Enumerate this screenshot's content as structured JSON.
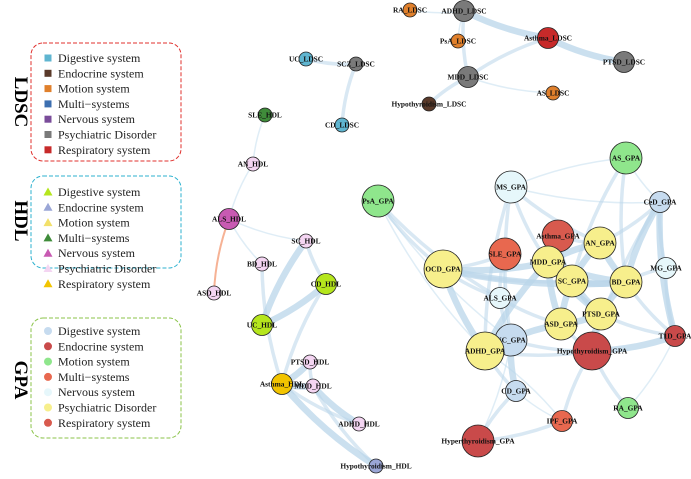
{
  "legend": {
    "LDSC": {
      "title": "LDSC",
      "border_color": "#e0312e",
      "items": [
        {
          "label": "Digestive system",
          "color": "#5fb5d0"
        },
        {
          "label": "Endocrine system",
          "color": "#5a3a2a"
        },
        {
          "label": "Motion system",
          "color": "#e0802c"
        },
        {
          "label": "Multi−systems",
          "color": "#3d6fb0"
        },
        {
          "label": "Nervous system",
          "color": "#7a4c9a"
        },
        {
          "label": "Psychiatric Disorder",
          "color": "#7a7a7a"
        },
        {
          "label": "Respiratory system",
          "color": "#c72a2a"
        }
      ]
    },
    "HDL": {
      "title": "HDL",
      "border_color": "#2cb1cf",
      "items": [
        {
          "label": "Digestive system",
          "color": "#b5e61d"
        },
        {
          "label": "Endocrine system",
          "color": "#9aa6d6"
        },
        {
          "label": "Motion system",
          "color": "#f2e06a"
        },
        {
          "label": "Multi−systems",
          "color": "#3f8c3a"
        },
        {
          "label": "Nervous system",
          "color": "#c85ab2"
        },
        {
          "label": "Psychiatric Disorder",
          "color": "#f4d5f2"
        },
        {
          "label": "Respiratory system",
          "color": "#f2c400"
        }
      ]
    },
    "GPA": {
      "title": "GPA",
      "border_color": "#8bc34a",
      "items": [
        {
          "label": "Digestive system",
          "color": "#c6dbef"
        },
        {
          "label": "Endocrine system",
          "color": "#c94a4a"
        },
        {
          "label": "Motion system",
          "color": "#8fe68c"
        },
        {
          "label": "Multi−systems",
          "color": "#e8684f"
        },
        {
          "label": "Nervous system",
          "color": "#e6f7fb"
        },
        {
          "label": "Psychiatric Disorder",
          "color": "#f7ef8c"
        },
        {
          "label": "Respiratory system",
          "color": "#d85a4e"
        }
      ]
    }
  },
  "network": {
    "nodes": [
      {
        "id": "RA_LDSC",
        "label": "RA_LDSC",
        "group": "LDSC",
        "color": "#e0802c",
        "size": "small"
      },
      {
        "id": "ADHD_LDSC",
        "label": "ADHD_LDSC",
        "group": "LDSC",
        "color": "#7a7a7a",
        "size": "medium"
      },
      {
        "id": "PsA_LDSC",
        "label": "PsA_LDSC",
        "group": "LDSC",
        "color": "#e0802c",
        "size": "small"
      },
      {
        "id": "Asthma_LDSC",
        "label": "Asthma_LDSC",
        "group": "LDSC",
        "color": "#c72a2a",
        "size": "medium"
      },
      {
        "id": "PTSD_LDSC",
        "label": "PTSD_LDSC",
        "group": "LDSC",
        "color": "#7a7a7a",
        "size": "medium"
      },
      {
        "id": "UC_LDSC",
        "label": "UC_LDSC",
        "group": "LDSC",
        "color": "#5fb5d0",
        "size": "small"
      },
      {
        "id": "SCZ_LDSC",
        "label": "SCZ_LDSC",
        "group": "LDSC",
        "color": "#7a7a7a",
        "size": "small"
      },
      {
        "id": "MDD_LDSC",
        "label": "MDD_LDSC",
        "group": "LDSC",
        "color": "#7a7a7a",
        "size": "medium"
      },
      {
        "id": "AS_LDSC",
        "label": "AS_LDSC",
        "group": "LDSC",
        "color": "#e0802c",
        "size": "small"
      },
      {
        "id": "Hypothyroidism_LDSC",
        "label": "Hypothyroidism_LDSC",
        "group": "LDSC",
        "color": "#5a3a2a",
        "size": "small"
      },
      {
        "id": "CD_LDSC",
        "label": "CD_LDSC",
        "group": "LDSC",
        "color": "#5fb5d0",
        "size": "small"
      },
      {
        "id": "SLE_HDL",
        "label": "SLE_HDL",
        "group": "HDL",
        "color": "#3f8c3a",
        "size": "small"
      },
      {
        "id": "AN_HDL",
        "label": "AN_HDL",
        "group": "HDL",
        "color": "#f4d5f2",
        "size": "small"
      },
      {
        "id": "ALS_HDL",
        "label": "ALS_HDL",
        "group": "HDL",
        "color": "#c85ab2",
        "size": "medium"
      },
      {
        "id": "SC_HDL",
        "label": "SC_HDL",
        "group": "HDL",
        "color": "#f4d5f2",
        "size": "small"
      },
      {
        "id": "BD_HDL",
        "label": "BD_HDL",
        "group": "HDL",
        "color": "#f4d5f2",
        "size": "small"
      },
      {
        "id": "ASD_HDL",
        "label": "ASD_HDL",
        "group": "HDL",
        "color": "#f4d5f2",
        "size": "small"
      },
      {
        "id": "CD_HDL",
        "label": "CD_HDL",
        "group": "HDL",
        "color": "#b5e61d",
        "size": "medium"
      },
      {
        "id": "UC_HDL",
        "label": "UC_HDL",
        "group": "HDL",
        "color": "#b5e61d",
        "size": "medium"
      },
      {
        "id": "PTSD_HDL",
        "label": "PTSD_HDL",
        "group": "HDL",
        "color": "#f4d5f2",
        "size": "small"
      },
      {
        "id": "Asthma_HDL",
        "label": "Asthma_HDL",
        "group": "HDL",
        "color": "#f2c400",
        "size": "medium"
      },
      {
        "id": "MDD_HDL",
        "label": "MDD_HDL",
        "group": "HDL",
        "color": "#f4d5f2",
        "size": "small"
      },
      {
        "id": "ADHD_HDL",
        "label": "ADHD_HDL",
        "group": "HDL",
        "color": "#f4d5f2",
        "size": "small"
      },
      {
        "id": "Hypothyroidism_HDL",
        "label": "Hypothyroidism_HDL",
        "group": "HDL",
        "color": "#9aa6d6",
        "size": "small"
      },
      {
        "id": "AS_GPA",
        "label": "AS_GPA",
        "group": "GPA",
        "color": "#8fe68c",
        "size": "large"
      },
      {
        "id": "MS_GPA",
        "label": "MS_GPA",
        "group": "GPA",
        "color": "#e6f7fb",
        "size": "large"
      },
      {
        "id": "PsA_GPA",
        "label": "PsA_GPA",
        "group": "GPA",
        "color": "#8fe68c",
        "size": "large"
      },
      {
        "id": "CeD_GPA",
        "label": "CeD_GPA",
        "group": "GPA",
        "color": "#c6dbef",
        "size": "medium"
      },
      {
        "id": "Asthma_GPA",
        "label": "Asthma_GPA",
        "group": "GPA",
        "color": "#d85a4e",
        "size": "large"
      },
      {
        "id": "SLE_GPA",
        "label": "SLE_GPA",
        "group": "GPA",
        "color": "#e8684f",
        "size": "large"
      },
      {
        "id": "AN_GPA",
        "label": "AN_GPA",
        "group": "GPA",
        "color": "#f7ef8c",
        "size": "large"
      },
      {
        "id": "MDD_GPA",
        "label": "MDD_GPA",
        "group": "GPA",
        "color": "#f7ef8c",
        "size": "large"
      },
      {
        "id": "OCD_GPA",
        "label": "OCD_GPA",
        "group": "GPA",
        "color": "#f7ef8c",
        "size": "xlarge"
      },
      {
        "id": "MG_GPA",
        "label": "MG_GPA",
        "group": "GPA",
        "color": "#e6f7fb",
        "size": "medium"
      },
      {
        "id": "SC_GPA",
        "label": "SC_GPA",
        "group": "GPA",
        "color": "#f7ef8c",
        "size": "large"
      },
      {
        "id": "BD_GPA",
        "label": "BD_GPA",
        "group": "GPA",
        "color": "#f7ef8c",
        "size": "large"
      },
      {
        "id": "ALS_GPA",
        "label": "ALS_GPA",
        "group": "GPA",
        "color": "#e6f7fb",
        "size": "medium"
      },
      {
        "id": "PTSD_GPA",
        "label": "PTSD_GPA",
        "group": "GPA",
        "color": "#f7ef8c",
        "size": "large"
      },
      {
        "id": "ASD_GPA",
        "label": "ASD_GPA",
        "group": "GPA",
        "color": "#f7ef8c",
        "size": "large"
      },
      {
        "id": "UC_GPA",
        "label": "UC_GPA",
        "group": "GPA",
        "color": "#c6dbef",
        "size": "large"
      },
      {
        "id": "T1D_GPA",
        "label": "T1D_GPA",
        "group": "GPA",
        "color": "#c94a4a",
        "size": "medium"
      },
      {
        "id": "ADHD_GPA",
        "label": "ADHD_GPA",
        "group": "GPA",
        "color": "#f7ef8c",
        "size": "xlarge"
      },
      {
        "id": "Hypothyroidism_GPA",
        "label": "Hypothyroidism_GPA",
        "group": "GPA",
        "color": "#c94a4a",
        "size": "xlarge"
      },
      {
        "id": "CD_GPA",
        "label": "CD_GPA",
        "group": "GPA",
        "color": "#c6dbef",
        "size": "medium"
      },
      {
        "id": "RA_GPA",
        "label": "RA_GPA",
        "group": "GPA",
        "color": "#8fe68c",
        "size": "medium"
      },
      {
        "id": "IPF_GPA",
        "label": "IPF_GPA",
        "group": "GPA",
        "color": "#e8684f",
        "size": "medium"
      },
      {
        "id": "Hyperthyroidism_GPA",
        "label": "Hyperthyroidism_GPA",
        "group": "GPA",
        "color": "#c94a4a",
        "size": "large"
      }
    ],
    "edges": [
      {
        "source": "ADHD_LDSC",
        "target": "Asthma_LDSC",
        "weight": "strong"
      },
      {
        "source": "Asthma_LDSC",
        "target": "PTSD_LDSC",
        "weight": "strong"
      },
      {
        "source": "ADHD_LDSC",
        "target": "PsA_LDSC",
        "weight": "weak"
      },
      {
        "source": "ADHD_LDSC",
        "target": "MDD_LDSC",
        "weight": "medium"
      },
      {
        "source": "Asthma_LDSC",
        "target": "MDD_LDSC",
        "weight": "medium"
      },
      {
        "source": "MDD_LDSC",
        "target": "AS_LDSC",
        "weight": "weak"
      },
      {
        "source": "MDD_LDSC",
        "target": "Hypothyroidism_LDSC",
        "weight": "medium"
      },
      {
        "source": "RA_LDSC",
        "target": "ADHD_LDSC",
        "weight": "weak"
      },
      {
        "source": "UC_LDSC",
        "target": "SCZ_LDSC",
        "weight": "medium"
      },
      {
        "source": "SCZ_LDSC",
        "target": "CD_LDSC",
        "weight": "medium"
      },
      {
        "source": "SLE_HDL",
        "target": "AN_HDL",
        "weight": "weak"
      },
      {
        "source": "AN_HDL",
        "target": "ALS_HDL",
        "weight": "weak"
      },
      {
        "source": "ALS_HDL",
        "target": "SC_HDL",
        "weight": "weak"
      },
      {
        "source": "ALS_HDL",
        "target": "BD_HDL",
        "weight": "weak"
      },
      {
        "source": "ALS_HDL",
        "target": "ASD_HDL",
        "weight": "negative"
      },
      {
        "source": "SC_HDL",
        "target": "UC_HDL",
        "weight": "strong"
      },
      {
        "source": "SC_HDL",
        "target": "CD_HDL",
        "weight": "medium"
      },
      {
        "source": "BD_HDL",
        "target": "Asthma_HDL",
        "weight": "medium"
      },
      {
        "source": "UC_HDL",
        "target": "CD_HDL",
        "weight": "strong"
      },
      {
        "source": "Asthma_HDL",
        "target": "PTSD_HDL",
        "weight": "strong"
      },
      {
        "source": "Asthma_HDL",
        "target": "MDD_HDL",
        "weight": "strong"
      },
      {
        "source": "Asthma_HDL",
        "target": "ADHD_HDL",
        "weight": "medium"
      },
      {
        "source": "Asthma_HDL",
        "target": "Hypothyroidism_HDL",
        "weight": "strong"
      },
      {
        "source": "MDD_HDL",
        "target": "ADHD_HDL",
        "weight": "strong"
      },
      {
        "source": "MDD_HDL",
        "target": "Hypothyroidism_HDL",
        "weight": "medium"
      },
      {
        "source": "PTSD_HDL",
        "target": "MDD_HDL",
        "weight": "medium"
      },
      {
        "source": "CD_HDL",
        "target": "Asthma_HDL",
        "weight": "medium"
      },
      {
        "source": "PsA_GPA",
        "target": "ALS_GPA",
        "weight": "medium"
      },
      {
        "source": "PsA_GPA",
        "target": "OCD_GPA",
        "weight": "medium"
      },
      {
        "source": "OCD_GPA",
        "target": "SLE_GPA",
        "weight": "medium"
      },
      {
        "source": "OCD_GPA",
        "target": "MDD_GPA",
        "weight": "strong"
      },
      {
        "source": "OCD_GPA",
        "target": "ADHD_GPA",
        "weight": "strong"
      },
      {
        "source": "OCD_GPA",
        "target": "SC_GPA",
        "weight": "medium"
      },
      {
        "source": "OCD_GPA",
        "target": "BD_GPA",
        "weight": "strong"
      },
      {
        "source": "OCD_GPA",
        "target": "ALS_GPA",
        "weight": "medium"
      },
      {
        "source": "MS_GPA",
        "target": "MDD_GPA",
        "weight": "medium"
      },
      {
        "source": "MS_GPA",
        "target": "AN_GPA",
        "weight": "medium"
      },
      {
        "source": "MS_GPA",
        "target": "CeD_GPA",
        "weight": "weak"
      },
      {
        "source": "MS_GPA",
        "target": "UC_GPA",
        "weight": "medium"
      },
      {
        "source": "MS_GPA",
        "target": "ADHD_GPA",
        "weight": "medium"
      },
      {
        "source": "Asthma_GPA",
        "target": "MDD_GPA",
        "weight": "medium"
      },
      {
        "source": "Asthma_GPA",
        "target": "AN_GPA",
        "weight": "medium"
      },
      {
        "source": "Asthma_GPA",
        "target": "SC_GPA",
        "weight": "medium"
      },
      {
        "source": "AN_GPA",
        "target": "SC_GPA",
        "weight": "strong"
      },
      {
        "source": "AN_GPA",
        "target": "BD_GPA",
        "weight": "strong"
      },
      {
        "source": "AN_GPA",
        "target": "MDD_GPA",
        "weight": "strong"
      },
      {
        "source": "AN_GPA",
        "target": "CeD_GPA",
        "weight": "medium"
      },
      {
        "source": "AS_GPA",
        "target": "CeD_GPA",
        "weight": "weak"
      },
      {
        "source": "AS_GPA",
        "target": "BD_GPA",
        "weight": "medium"
      },
      {
        "source": "AS_GPA",
        "target": "SC_GPA",
        "weight": "medium"
      },
      {
        "source": "CeD_GPA",
        "target": "BD_GPA",
        "weight": "strong"
      },
      {
        "source": "CeD_GPA",
        "target": "MG_GPA",
        "weight": "medium"
      },
      {
        "source": "CeD_GPA",
        "target": "T1D_GPA",
        "weight": "strong"
      },
      {
        "source": "CeD_GPA",
        "target": "Hypothyroidism_GPA",
        "weight": "medium"
      },
      {
        "source": "MG_GPA",
        "target": "BD_GPA",
        "weight": "medium"
      },
      {
        "source": "MG_GPA",
        "target": "T1D_GPA",
        "weight": "medium"
      },
      {
        "source": "MDD_GPA",
        "target": "SC_GPA",
        "weight": "strong"
      },
      {
        "source": "MDD_GPA",
        "target": "BD_GPA",
        "weight": "strong"
      },
      {
        "source": "MDD_GPA",
        "target": "ASD_GPA",
        "weight": "strong"
      },
      {
        "source": "MDD_GPA",
        "target": "ADHD_GPA",
        "weight": "strong"
      },
      {
        "source": "MDD_GPA",
        "target": "PTSD_GPA",
        "weight": "strong"
      },
      {
        "source": "SC_GPA",
        "target": "BD_GPA",
        "weight": "strong"
      },
      {
        "source": "SC_GPA",
        "target": "PTSD_GPA",
        "weight": "strong"
      },
      {
        "source": "SC_GPA",
        "target": "ASD_GPA",
        "weight": "strong"
      },
      {
        "source": "BD_GPA",
        "target": "PTSD_GPA",
        "weight": "strong"
      },
      {
        "source": "BD_GPA",
        "target": "T1D_GPA",
        "weight": "medium"
      },
      {
        "source": "ALS_GPA",
        "target": "UC_GPA",
        "weight": "medium"
      },
      {
        "source": "ALS_GPA",
        "target": "ASD_GPA",
        "weight": "medium"
      },
      {
        "source": "ASD_GPA",
        "target": "ADHD_GPA",
        "weight": "strong"
      },
      {
        "source": "ASD_GPA",
        "target": "PTSD_GPA",
        "weight": "strong"
      },
      {
        "source": "ASD_GPA",
        "target": "Hypothyroidism_GPA",
        "weight": "medium"
      },
      {
        "source": "PTSD_GPA",
        "target": "Hypothyroidism_GPA",
        "weight": "strong"
      },
      {
        "source": "PTSD_GPA",
        "target": "T1D_GPA",
        "weight": "medium"
      },
      {
        "source": "UC_GPA",
        "target": "ADHD_GPA",
        "weight": "strong"
      },
      {
        "source": "UC_GPA",
        "target": "CD_GPA",
        "weight": "strong"
      },
      {
        "source": "UC_GPA",
        "target": "Hypothyroidism_GPA",
        "weight": "medium"
      },
      {
        "source": "ADHD_GPA",
        "target": "CD_GPA",
        "weight": "medium"
      },
      {
        "source": "ADHD_GPA",
        "target": "Hypothyroidism_GPA",
        "weight": "medium"
      },
      {
        "source": "CD_GPA",
        "target": "Hyperthyroidism_GPA",
        "weight": "medium"
      },
      {
        "source": "CD_GPA",
        "target": "IPF_GPA",
        "weight": "weak"
      },
      {
        "source": "Hypothyroidism_GPA",
        "target": "IPF_GPA",
        "weight": "medium"
      },
      {
        "source": "Hypothyroidism_GPA",
        "target": "RA_GPA",
        "weight": "medium"
      },
      {
        "source": "Hypothyroidism_GPA",
        "target": "T1D_GPA",
        "weight": "strong"
      },
      {
        "source": "Hyperthyroidism_GPA",
        "target": "IPF_GPA",
        "weight": "medium"
      },
      {
        "source": "Hyperthyroidism_GPA",
        "target": "UC_GPA",
        "weight": "weak"
      },
      {
        "source": "RA_GPA",
        "target": "T1D_GPA",
        "weight": "weak"
      },
      {
        "source": "SLE_GPA",
        "target": "ALS_GPA",
        "weight": "medium"
      },
      {
        "source": "SLE_GPA",
        "target": "UC_GPA",
        "weight": "weak"
      },
      {
        "source": "IPF_GPA",
        "target": "ADHD_GPA",
        "weight": "weak"
      },
      {
        "source": "AS_GPA",
        "target": "MS_GPA",
        "weight": "weak"
      },
      {
        "source": "PsA_GPA",
        "target": "UC_GPA",
        "weight": "weak"
      },
      {
        "source": "PsA_GPA",
        "target": "ADHD_GPA",
        "weight": "weak"
      }
    ]
  },
  "colors": {
    "edge_positive": "#b9d6ea",
    "edge_negative": "#f4a582",
    "node_stroke": "#222222"
  }
}
